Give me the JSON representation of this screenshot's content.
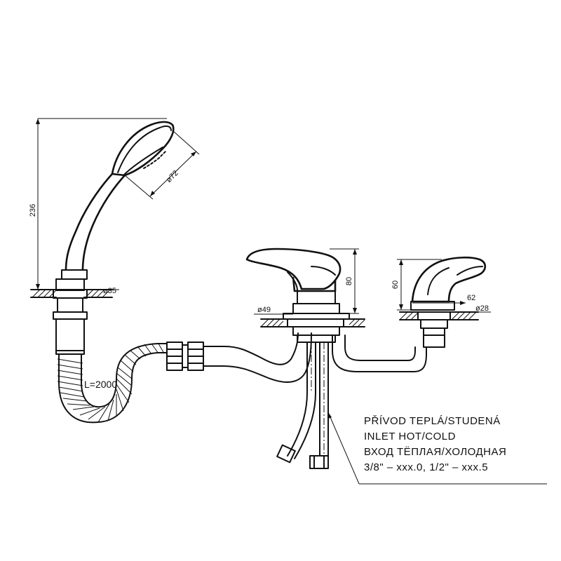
{
  "dimensions": {
    "height_shower": "236",
    "diameter_head": "ø72",
    "diameter_shower_base": "ø35",
    "hose_length": "L=2000",
    "diameter_mixer_base": "ø49",
    "height_mixer": "80",
    "height_valve": "60",
    "depth_valve": "62",
    "diameter_valve_base": "ø28"
  },
  "note": {
    "line1": "PŘÍVOD TEPLÁ/STUDENÁ",
    "line2": "INLET HOT/COLD",
    "line3": "ВХОД ТЁПЛАЯ/ХОЛОДНАЯ",
    "line4": "3/8\" – xxx.0, 1/2\" – xxx.5"
  }
}
